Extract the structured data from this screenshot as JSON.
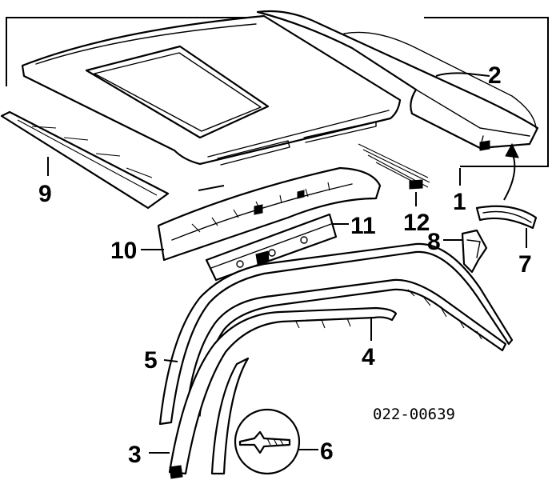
{
  "diagram": {
    "reference_code": "022-00639",
    "callouts": [
      {
        "id": "1",
        "label": "1"
      },
      {
        "id": "2",
        "label": "2"
      },
      {
        "id": "3",
        "label": "3"
      },
      {
        "id": "4",
        "label": "4"
      },
      {
        "id": "5",
        "label": "5"
      },
      {
        "id": "6",
        "label": "6"
      },
      {
        "id": "7",
        "label": "7"
      },
      {
        "id": "8",
        "label": "8"
      },
      {
        "id": "9",
        "label": "9"
      },
      {
        "id": "10",
        "label": "10"
      },
      {
        "id": "11",
        "label": "11"
      },
      {
        "id": "12",
        "label": "12"
      }
    ]
  }
}
